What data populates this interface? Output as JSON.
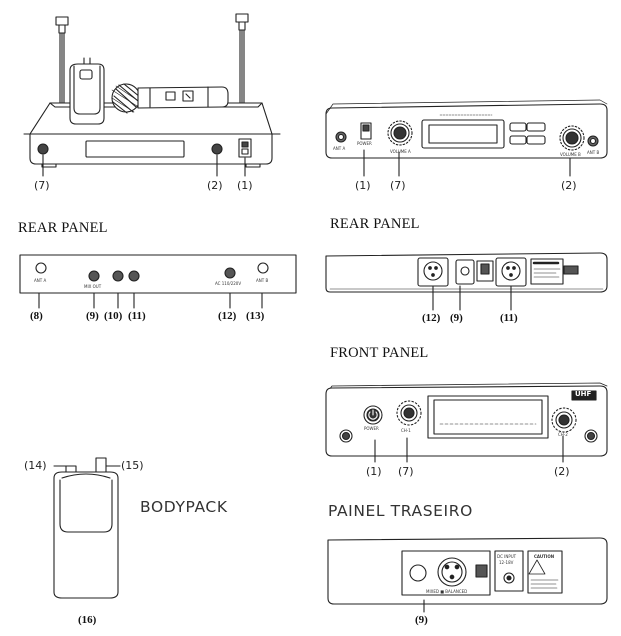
{
  "headings": {
    "rear_panel_left": "REAR PANEL",
    "rear_panel_right": "REAR PANEL",
    "front_panel": "FRONT PANEL",
    "bodypack": "BODYPACK",
    "painel_traseiro": "PAINEL TRASEIRO"
  },
  "callouts": {
    "unit1": [
      "(7)",
      "(2)",
      "(1)"
    ],
    "unit2": [
      "(1)",
      "(7)",
      "(2)"
    ],
    "rear_left": [
      "(8)",
      "(9)",
      "(10)",
      "(11)",
      "(12)",
      "(13)"
    ],
    "rear_right": [
      "(12)",
      "(9)",
      "(11)"
    ],
    "front_panel": [
      "(1)",
      "(7)",
      "(2)"
    ],
    "bodypack": [
      "(14)",
      "(15)",
      "(16)"
    ],
    "painel": [
      "(9)"
    ]
  },
  "panel_text": {
    "u2_ant_a": "ANT A",
    "u2_power": "POWER",
    "u2_volume_a": "VOLUME A",
    "u2_volume_b": "VOLUME B",
    "u2_ant_b": "ANT B",
    "rl_ant_a": "ANT A",
    "rl_mix_out": "MIX OUT",
    "rl_ac": "AC 110/220V",
    "rl_ant_b": "ANT B",
    "fp_power": "POWER",
    "fp_ch1": "CH-1",
    "fp_ch2": "CH-2",
    "fp_brand": "UHF",
    "pt_dc_input": "DC INPUT",
    "pt_dc_value": "12-18V",
    "pt_caution": "CAUTION",
    "pt_mixed": "MIXED ■ BALANCED"
  }
}
